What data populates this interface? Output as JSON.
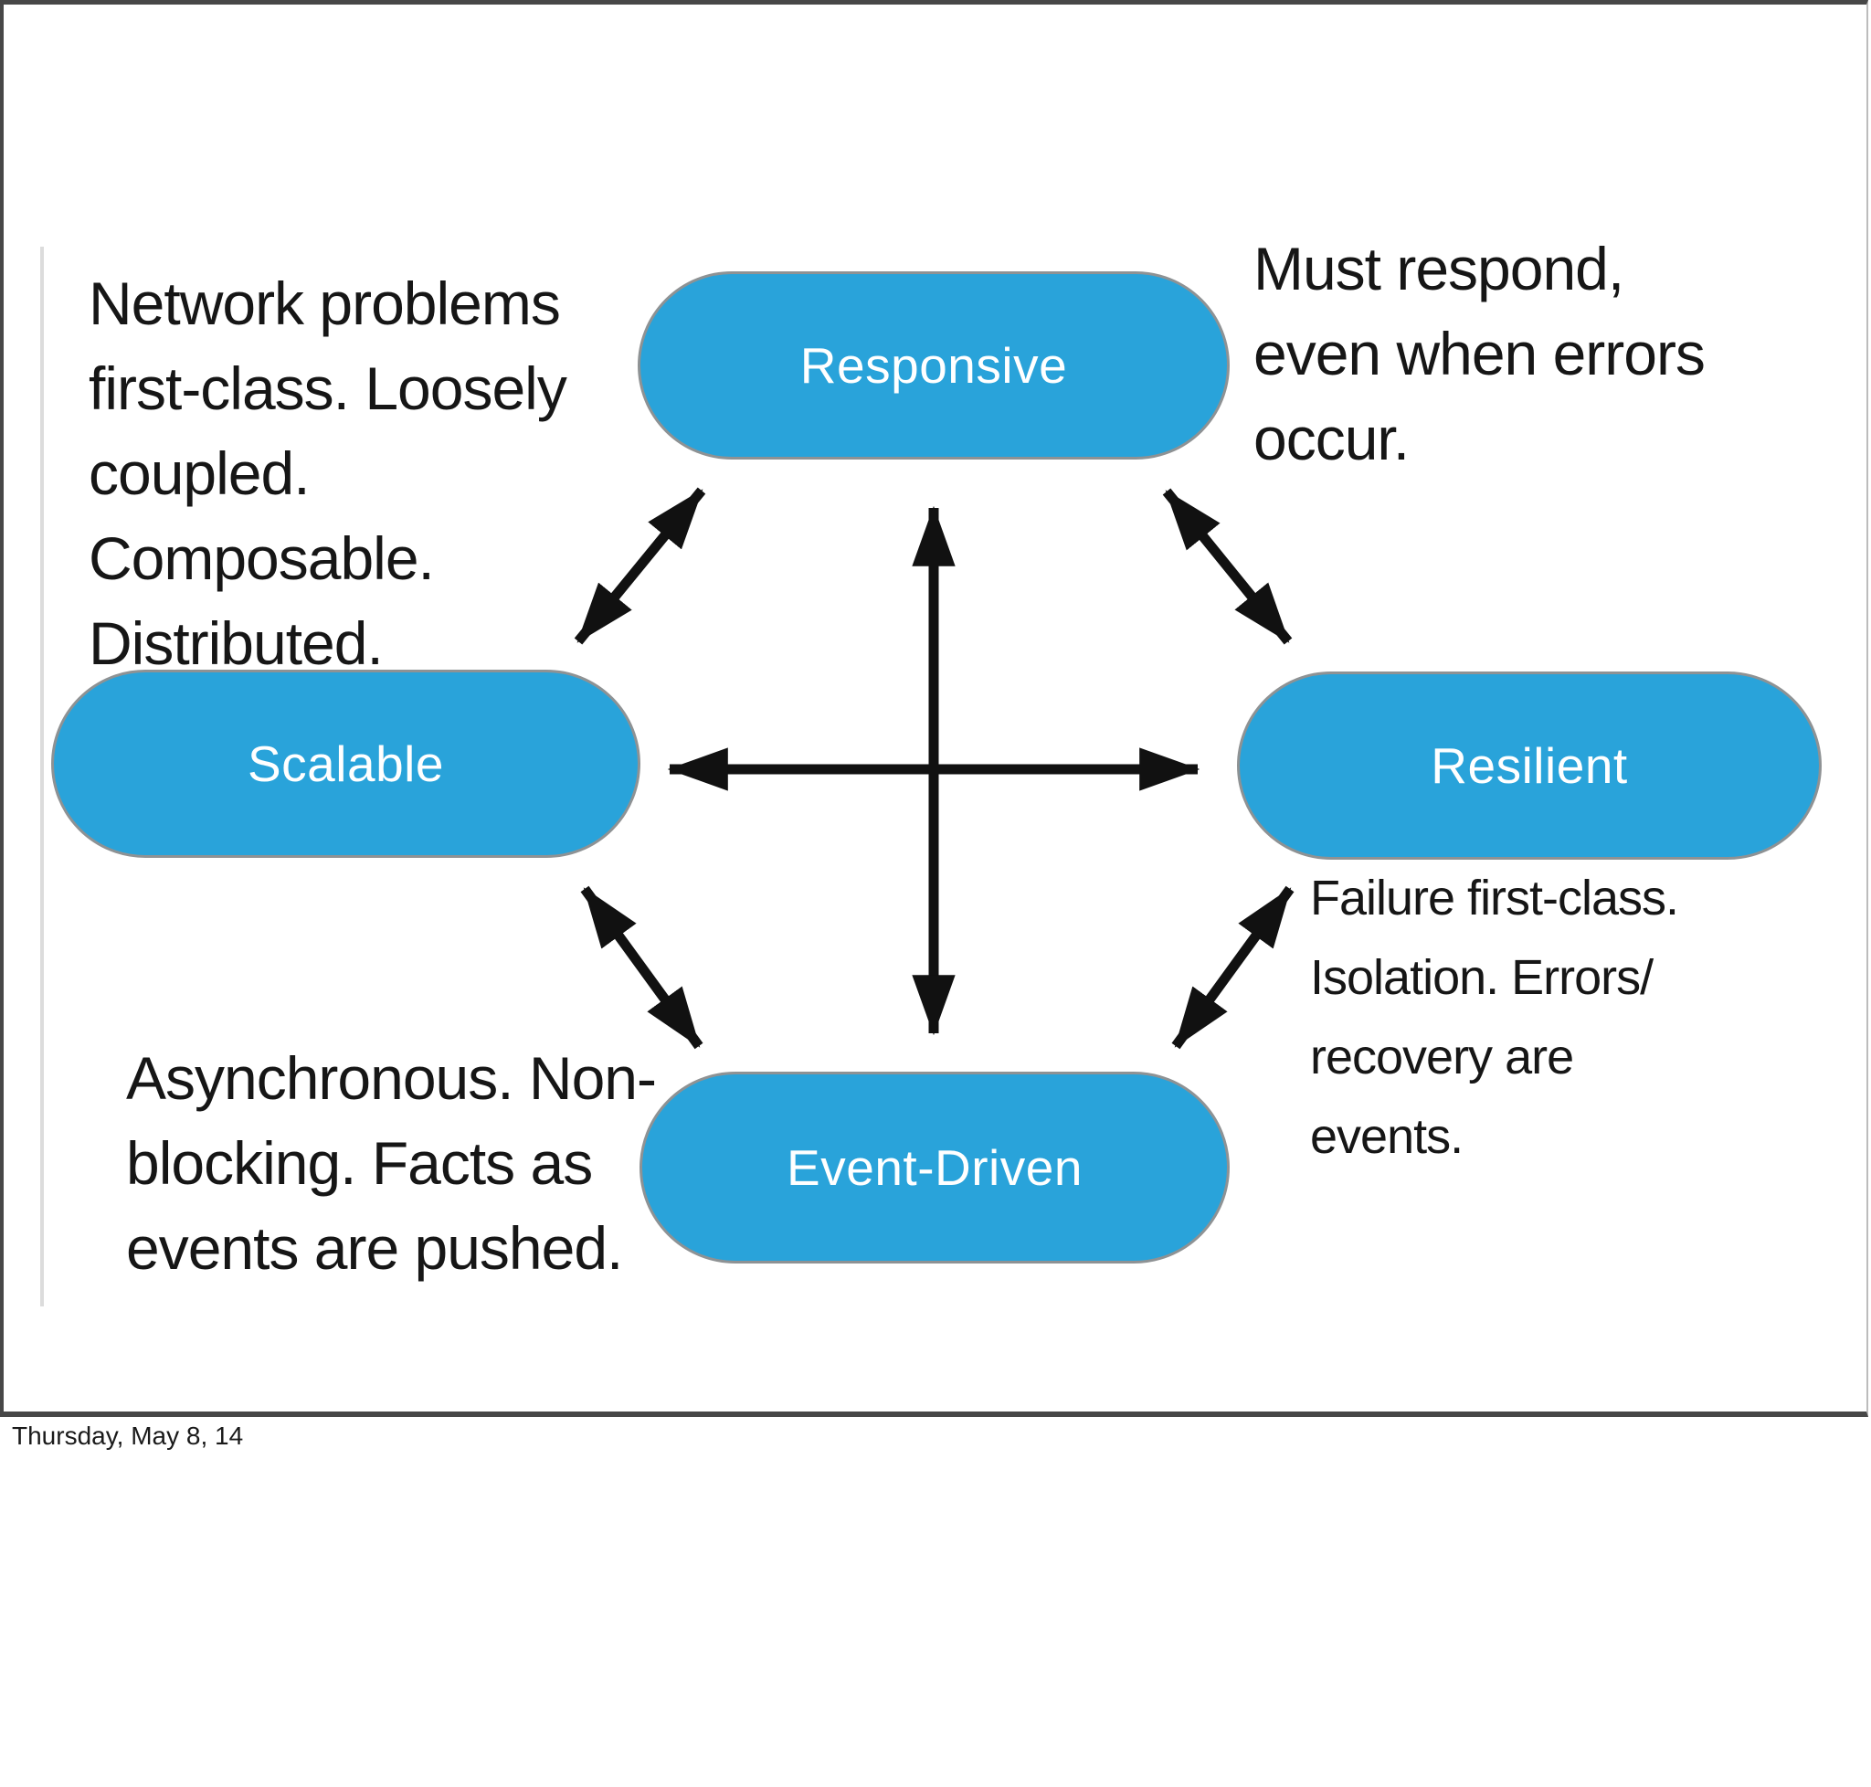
{
  "slide": {
    "footer": "Thursday, May 8, 14",
    "nodes": [
      {
        "id": "responsive",
        "label": "Responsive"
      },
      {
        "id": "scalable",
        "label": "Scalable"
      },
      {
        "id": "resilient",
        "label": "Resilient"
      },
      {
        "id": "event-driven",
        "label": "Event-Driven"
      }
    ],
    "annotations": {
      "network": {
        "lines": [
          "Network problems",
          "first-class. Loosely",
          "coupled.",
          "Composable.",
          "Distributed."
        ]
      },
      "respond": {
        "lines": [
          "Must respond,",
          "even when errors",
          "occur."
        ]
      },
      "failure": {
        "lines": [
          "Failure first-class.",
          "Isolation. Errors/",
          "recovery are",
          "events."
        ]
      },
      "async": {
        "lines": [
          "Asynchronous. Non-",
          "blocking. Facts as",
          "events are pushed."
        ]
      }
    },
    "connections": [
      "Responsive-Scalable",
      "Responsive-Resilient",
      "Scalable-Event-Driven",
      "Resilient-Event-Driven",
      "Scalable-Resilient",
      "Responsive-Event-Driven"
    ],
    "colors": {
      "node_fill": "#29a3da",
      "node_border": "#8e9294",
      "node_text": "#ffffff",
      "arrow": "#111111",
      "text": "#161616",
      "frame": "#474747"
    }
  }
}
